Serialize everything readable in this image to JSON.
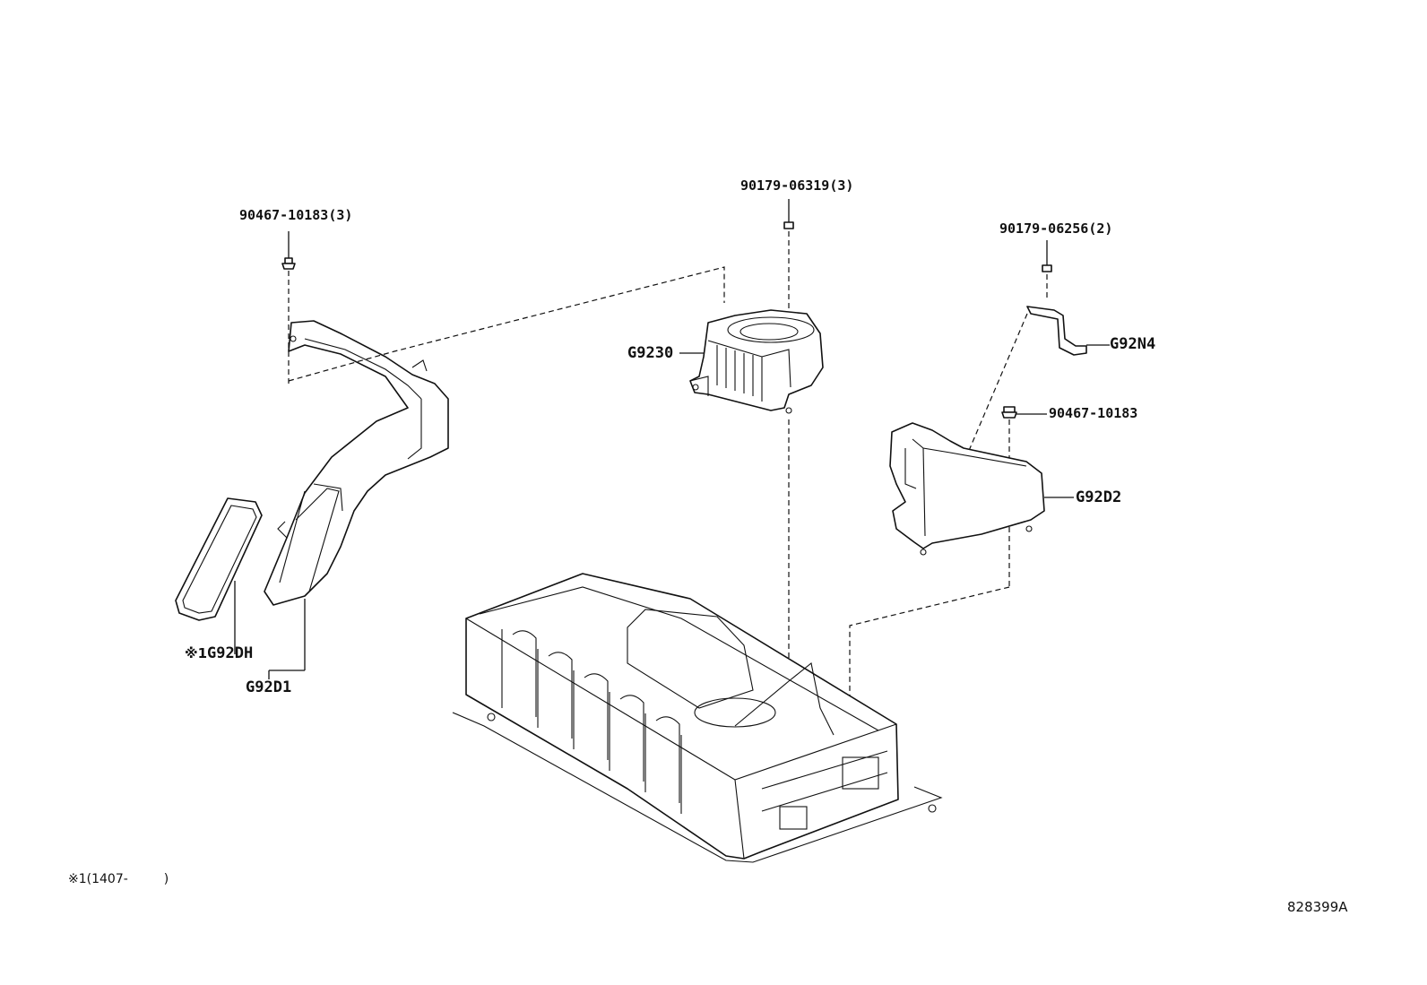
{
  "callouts": {
    "bolt_left": "90467-10183(3)",
    "nut_top": "90179-06319(3)",
    "nut_right": "90179-06256(2)",
    "blower": "G9230",
    "bracket": "G92N4",
    "clip_right": "90467-10183",
    "duct_right": "G92D2",
    "gasket": "G92DH",
    "gasket_mark": "※1",
    "duct_left": "G92D1"
  },
  "footnote": {
    "mark": "※1",
    "text": "(1407-",
    "close": ")"
  },
  "diagram_id": "828399A"
}
